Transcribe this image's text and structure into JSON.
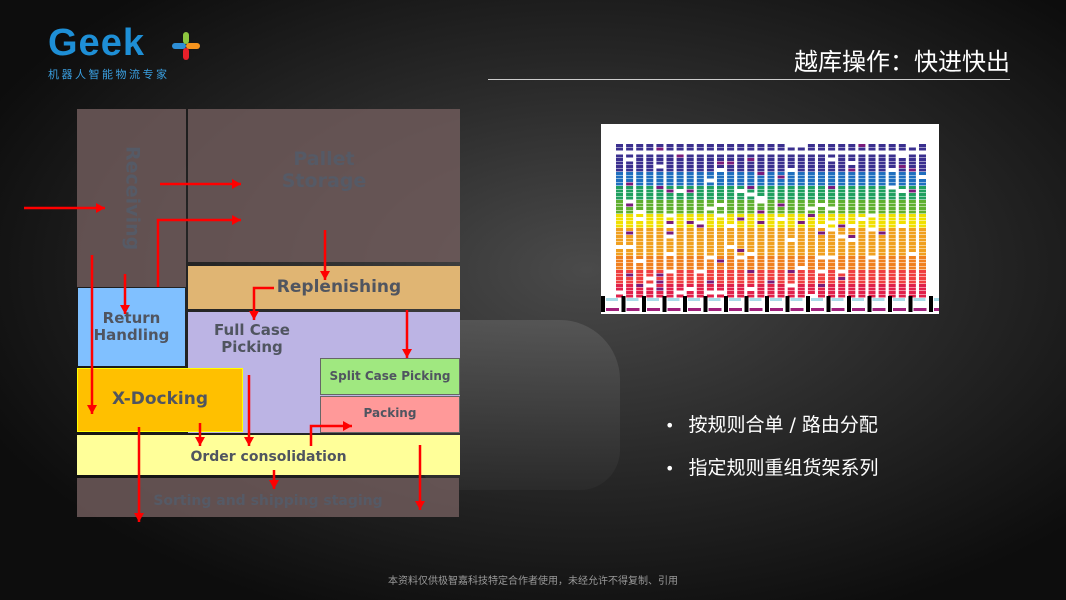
{
  "logo": {
    "word": "Geek",
    "plus_colors": [
      "#2e8fd6",
      "#8dc63f",
      "#f7941d",
      "#e8202a"
    ],
    "tagline": "机器人智能物流专家"
  },
  "title": "越库操作：快进快出",
  "diagram": {
    "receiving": "Receiving",
    "pallet_storage": "Pallet Storage",
    "replenishing": "Replenishing",
    "return_handling": "Return Handling",
    "full_case_picking": "Full Case Picking",
    "x_docking": "X-Docking",
    "split_case_picking": "Split Case Picking",
    "packing": "Packing",
    "order_consolidation": "Order consolidation",
    "sorting": "Sorting and shipping staging",
    "arrow_color": "#ff0000"
  },
  "bullets": [
    "按规则合单 / 路由分配",
    "指定规则重组货架系列"
  ],
  "footer": "本资料仅供极智嘉科技特定合作者使用，未经允许不得复制、引用"
}
